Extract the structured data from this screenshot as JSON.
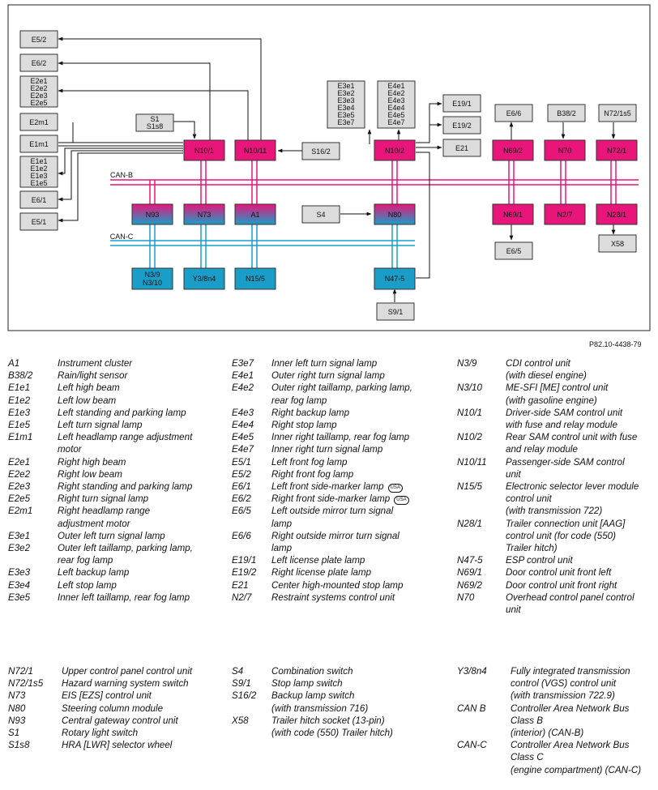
{
  "diagram": {
    "reference": "P82.10-4438-79",
    "bus_labels": {
      "can_b": "CAN-B",
      "can_c": "CAN-C"
    },
    "nodes": {
      "e5_2": "E5/2",
      "e6_2": "E6/2",
      "e2_group": [
        "E2e1",
        "E2e2",
        "E2e3",
        "E2e5"
      ],
      "e2m1": "E2m1",
      "e1m1": "E1m1",
      "e1_group": [
        "E1e1",
        "E1e2",
        "E1e3",
        "E1e5"
      ],
      "e6_1": "E6/1",
      "e5_1": "E5/1",
      "s1": [
        "S1",
        "S1s8"
      ],
      "n10_1": "N10/1",
      "n10_11": "N10/11",
      "s16_2": "S16/2",
      "e3_group": [
        "E3e1",
        "E3e2",
        "E3e3",
        "E3e4",
        "E3e5",
        "E3e7"
      ],
      "e4_group": [
        "E4e1",
        "E4e2",
        "E4e3",
        "E4e4",
        "E4e5",
        "E4e7"
      ],
      "e19_1": "E19/1",
      "e19_2": "E19/2",
      "e21": "E21",
      "n10_2": "N10/2",
      "e6_6": "E6/6",
      "b38_2": "B38/2",
      "n72_1s5": "N72/1s5",
      "n69_2": "N69/2",
      "n70": "N70",
      "n72_1": "N72/1",
      "n93": "N93",
      "n73": "N73",
      "a1": "A1",
      "s4": "S4",
      "n80": "N80",
      "n69_1": "N69/1",
      "n2_7": "N2/7",
      "n28_1": "N28/1",
      "x58": "X58",
      "e6_5": "E6/5",
      "n3_group": [
        "N3/9",
        "N3/10"
      ],
      "y3_8n4": "Y3/8n4",
      "n15_5": "N15/5",
      "n47_5": "N47-5",
      "s9_1": "S9/1"
    }
  },
  "legend": {
    "usa_badge": "USA",
    "col1": [
      {
        "code": "A1",
        "lines": [
          "Instrument cluster"
        ]
      },
      {
        "code": "B38/2",
        "lines": [
          "Rain/light sensor"
        ]
      },
      {
        "code": "E1e1",
        "lines": [
          "Left high beam"
        ]
      },
      {
        "code": "E1e2",
        "lines": [
          "Left low beam"
        ]
      },
      {
        "code": "E1e3",
        "lines": [
          "Left standing and parking lamp"
        ]
      },
      {
        "code": "E1e5",
        "lines": [
          "Left turn signal lamp"
        ]
      },
      {
        "code": "E1m1",
        "lines": [
          "Left headlamp range adjustment",
          "motor"
        ]
      },
      {
        "code": "E2e1",
        "lines": [
          "Right high beam"
        ]
      },
      {
        "code": "E2e2",
        "lines": [
          "Right low beam"
        ]
      },
      {
        "code": "E2e3",
        "lines": [
          "Right standing and parking lamp"
        ]
      },
      {
        "code": "E2e5",
        "lines": [
          "Right turn signal lamp"
        ]
      },
      {
        "code": "E2m1",
        "lines": [
          "Right headlamp range",
          "adjustment motor"
        ]
      },
      {
        "code": "E3e1",
        "lines": [
          "Outer left turn signal lamp"
        ]
      },
      {
        "code": "E3e2",
        "lines": [
          "Outer left taillamp, parking lamp,",
          "rear fog lamp"
        ]
      },
      {
        "code": "E3e3",
        "lines": [
          "Left backup lamp"
        ]
      },
      {
        "code": "E3e4",
        "lines": [
          "Left stop lamp"
        ]
      },
      {
        "code": "E3e5",
        "lines": [
          "Inner left taillamp, rear fog lamp"
        ]
      }
    ],
    "col2": [
      {
        "code": "E3e7",
        "lines": [
          "Inner left turn signal lamp"
        ]
      },
      {
        "code": "E4e1",
        "lines": [
          "Outer right turn signal lamp"
        ]
      },
      {
        "code": "E4e2",
        "lines": [
          "Outer right taillamp, parking lamp,",
          "rear fog lamp"
        ]
      },
      {
        "code": "E4e3",
        "lines": [
          "Right backup lamp"
        ]
      },
      {
        "code": "E4e4",
        "lines": [
          "Right stop lamp"
        ]
      },
      {
        "code": "E4e5",
        "lines": [
          "Inner right taillamp, rear fog lamp"
        ]
      },
      {
        "code": "E4e7",
        "lines": [
          "Inner right turn signal lamp"
        ]
      },
      {
        "code": "E5/1",
        "lines": [
          "Left front fog lamp"
        ]
      },
      {
        "code": "E5/2",
        "lines": [
          "Right front fog lamp"
        ]
      },
      {
        "code": "E6/1",
        "lines": [
          "Left front side-marker lamp"
        ],
        "usa": true
      },
      {
        "code": "E6/2",
        "lines": [
          "Right front side-marker lamp"
        ],
        "usa": true
      },
      {
        "code": "E6/5",
        "lines": [
          "Left outside mirror turn signal",
          "lamp"
        ]
      },
      {
        "code": "E6/6",
        "lines": [
          "Right outside mirror turn signal",
          "lamp"
        ]
      },
      {
        "code": "E19/1",
        "lines": [
          "Left license plate lamp"
        ]
      },
      {
        "code": "E19/2",
        "lines": [
          "Right license plate lamp"
        ]
      },
      {
        "code": "E21",
        "lines": [
          "Center high-mounted stop lamp"
        ]
      },
      {
        "code": "N2/7",
        "lines": [
          "Restraint systems control unit"
        ]
      }
    ],
    "col3": [
      {
        "code": "N3/9",
        "lines": [
          "CDI control unit",
          "(with diesel engine)"
        ]
      },
      {
        "code": "N3/10",
        "lines": [
          "ME-SFI [ME] control unit",
          "(with gasoline engine)"
        ]
      },
      {
        "code": "N10/1",
        "lines": [
          "Driver-side SAM control unit",
          "with fuse and relay module"
        ]
      },
      {
        "code": "N10/2",
        "lines": [
          "Rear SAM control unit with fuse",
          "and relay module"
        ]
      },
      {
        "code": "N10/11",
        "lines": [
          "Passenger-side SAM control",
          "unit"
        ]
      },
      {
        "code": "N15/5",
        "lines": [
          "Electronic selector lever module",
          "control unit",
          "(with transmission 722)"
        ]
      },
      {
        "code": "N28/1",
        "lines": [
          "Trailer connection unit [AAG]",
          "control unit (for code (550)",
          "Trailer hitch)"
        ]
      },
      {
        "code": "N47-5",
        "lines": [
          "ESP control unit"
        ]
      },
      {
        "code": "N69/1",
        "lines": [
          "Door control unit front left"
        ]
      },
      {
        "code": "N69/2",
        "lines": [
          "Door control unit front right"
        ]
      },
      {
        "code": "N70",
        "lines": [
          "Overhead control panel control",
          "unit"
        ]
      }
    ],
    "col4": [
      {
        "code": "N72/1",
        "lines": [
          "Upper control panel control unit"
        ]
      },
      {
        "code": "N72/1s5",
        "lines": [
          "Hazard warning system switch"
        ]
      },
      {
        "code": "N73",
        "lines": [
          "EIS [EZS] control unit"
        ]
      },
      {
        "code": "N80",
        "lines": [
          "Steering column module"
        ]
      },
      {
        "code": "N93",
        "lines": [
          "Central gateway control unit"
        ]
      },
      {
        "code": "S1",
        "lines": [
          "Rotary light switch"
        ]
      },
      {
        "code": "S1s8",
        "lines": [
          "HRA [LWR] selector wheel"
        ]
      }
    ],
    "col5": [
      {
        "code": "S4",
        "lines": [
          "Combination switch"
        ]
      },
      {
        "code": "S9/1",
        "lines": [
          "Stop lamp switch"
        ]
      },
      {
        "code": "S16/2",
        "lines": [
          "Backup lamp switch",
          "(with transmission 716)"
        ]
      },
      {
        "code": "X58",
        "lines": [
          "Trailer hitch socket (13-pin)",
          "(with code (550) Trailer hitch)"
        ]
      }
    ],
    "col6": [
      {
        "code": "Y3/8n4",
        "lines": [
          "Fully integrated transmission",
          "control (VGS) control unit",
          "(with transmission 722.9)"
        ]
      },
      {
        "code": "CAN B",
        "lines": [
          "Controller Area Network Bus",
          "Class B",
          "(interior) (CAN-B)"
        ]
      },
      {
        "code": "CAN-C",
        "lines": [
          "Controller Area Network Bus",
          "Class C",
          "(engine compartment) (CAN-C)"
        ]
      }
    ]
  }
}
